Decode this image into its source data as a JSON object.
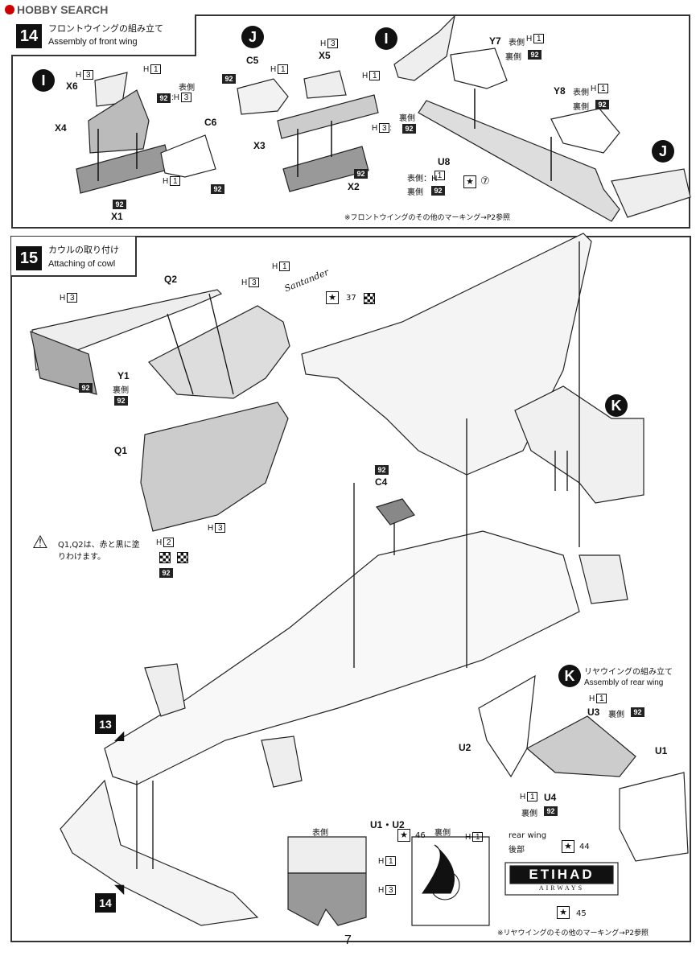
{
  "header": {
    "logo_text": "HOBBY SEARCH"
  },
  "step14": {
    "number": "14",
    "title_jp": "フロントウイングの組み立て",
    "title_en": "Assembly of front wing",
    "sub_I_letter": "I",
    "sub_J_letter": "J",
    "parts": {
      "x6": "X6",
      "x4": "X4",
      "x1": "X1",
      "c6": "C6",
      "c5": "C5",
      "x5": "X5",
      "x3": "X3",
      "x2": "X2",
      "y7": "Y7",
      "y8": "Y8",
      "u8": "U8"
    },
    "labels": {
      "h": "H",
      "one": "1",
      "three": "3",
      "c92": "92",
      "omote": "表側",
      "ura": "裏側",
      "colon": ":",
      "omote_h": "表側：H",
      "ura_label": "裏側",
      "seven": "⑦"
    },
    "note": "※フロントウイングのその他のマーキング→P2参照",
    "j_ref": "J"
  },
  "step15": {
    "number": "15",
    "title_jp": "カウルの取り付け",
    "title_en": "Attaching of cowl",
    "parts": {
      "q2": "Q2",
      "q1": "Q1",
      "y1": "Y1",
      "c4": "C4"
    },
    "labels": {
      "h": "H",
      "one": "1",
      "two": "2",
      "three": "3",
      "c92": "92",
      "ura": "裏側",
      "decal37": "37",
      "santander": "Santander"
    },
    "caution": "Q1,Q2は、赤と黒に塗りわけます。",
    "k_letter": "K",
    "ref13": "13",
    "ref14": "14"
  },
  "rear_wing": {
    "k_letter": "K",
    "title_jp": "リヤウイングの組み立て",
    "title_en": "Assembly of rear wing",
    "parts": {
      "u3": "U3",
      "u2": "U2",
      "u1": "U1",
      "u4": "U4"
    },
    "labels": {
      "h": "H",
      "one": "1",
      "ura": "裏側",
      "c92": "92"
    },
    "rear_wing_en": "rear wing",
    "rear_wing_jp": "後部",
    "decal44": "44",
    "decal45": "45",
    "etihad": "ETIHAD",
    "airways": "AIRWAYS",
    "note": "※リヤウイングのその他のマーキング→P2参照"
  },
  "endplate": {
    "title": "U1・U2",
    "omote": "表側",
    "ura": "裏側",
    "decal46": "46",
    "h1": "H",
    "one": "1",
    "three": "3"
  },
  "page_number": "7"
}
